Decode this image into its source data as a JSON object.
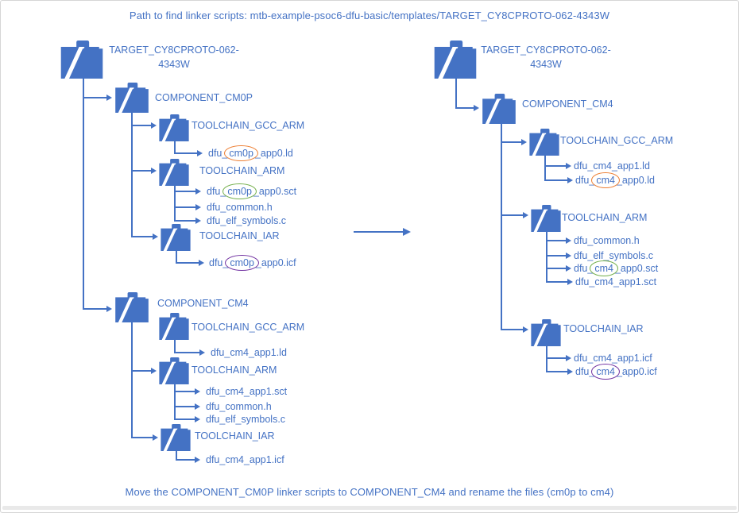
{
  "title": "Path to find linker scripts: mtb-example-psoc6-dfu-basic/templates/TARGET_CY8CPROTO-062-4343W",
  "caption": "Move the COMPONENT_CM0P linker scripts to COMPONENT_CM4 and rename the files (cm0p to cm4)",
  "colors": {
    "accent_blue": "#4472C4",
    "circle_orange": "#ED7D31",
    "circle_green": "#70AD47",
    "circle_purple": "#7030A0"
  },
  "trees": [
    {
      "id": "before",
      "root": {
        "line1": "TARGET_CY8CPROTO-062-",
        "line2": "4343W"
      },
      "folders": [
        {
          "id": "cm0p",
          "label": "COMPONENT_CM0P"
        },
        {
          "id": "gcc1",
          "label": "TOOLCHAIN_GCC_ARM"
        },
        {
          "id": "arm1",
          "label": "TOOLCHAIN_ARM"
        },
        {
          "id": "iar1",
          "label": "TOOLCHAIN_IAR"
        },
        {
          "id": "cm4",
          "label": "COMPONENT_CM4"
        },
        {
          "id": "gcc2",
          "label": "TOOLCHAIN_GCC_ARM"
        },
        {
          "id": "arm2",
          "label": "TOOLCHAIN_ARM"
        },
        {
          "id": "iar2",
          "label": "TOOLCHAIN_IAR"
        }
      ],
      "files": [
        {
          "id": "ld_cm0p",
          "pre": "dfu_",
          "mark": "cm0p",
          "post": "_app0.ld",
          "circle": "orange"
        },
        {
          "id": "sct_cm0p",
          "pre": "dfu_",
          "mark": "cm0p",
          "post": "_app0.sct",
          "circle": "green"
        },
        {
          "id": "common1",
          "label": "dfu_common.h"
        },
        {
          "id": "elf1",
          "label": "dfu_elf_symbols.c"
        },
        {
          "id": "icf_cm0p",
          "pre": "dfu_",
          "mark": "cm0p",
          "post": "_app0.icf",
          "circle": "purple"
        },
        {
          "id": "ld_cm4",
          "label": "dfu_cm4_app1.ld"
        },
        {
          "id": "sct_cm4",
          "label": "dfu_cm4_app1.sct"
        },
        {
          "id": "common2",
          "label": "dfu_common.h"
        },
        {
          "id": "elf2",
          "label": "dfu_elf_symbols.c"
        },
        {
          "id": "icf_cm4",
          "label": "dfu_cm4_app1.icf"
        }
      ]
    },
    {
      "id": "after",
      "root": {
        "line1": "TARGET_CY8CPROTO-062-",
        "line2": "4343W"
      },
      "folders": [
        {
          "id": "cm4",
          "label": "COMPONENT_CM4"
        },
        {
          "id": "gcc",
          "label": "TOOLCHAIN_GCC_ARM"
        },
        {
          "id": "arm",
          "label": "TOOLCHAIN_ARM"
        },
        {
          "id": "iar",
          "label": "TOOLCHAIN_IAR"
        }
      ],
      "files": [
        {
          "id": "ld1",
          "label": "dfu_cm4_app1.ld"
        },
        {
          "id": "ld0",
          "pre": "dfu_",
          "mark": "cm4",
          "post": "_app0.ld",
          "circle": "orange"
        },
        {
          "id": "common",
          "label": "dfu_common.h"
        },
        {
          "id": "elf",
          "label": "dfu_elf_symbols.c"
        },
        {
          "id": "sct0",
          "pre": "dfu_",
          "mark": "cm4",
          "post": "_app0.sct",
          "circle": "green"
        },
        {
          "id": "sct1",
          "label": "dfu_cm4_app1.sct"
        },
        {
          "id": "icf1",
          "label": "dfu_cm4_app1.icf"
        },
        {
          "id": "icf0",
          "pre": "dfu_",
          "mark": "cm4",
          "post": "_app0.icf",
          "circle": "purple"
        }
      ]
    }
  ]
}
